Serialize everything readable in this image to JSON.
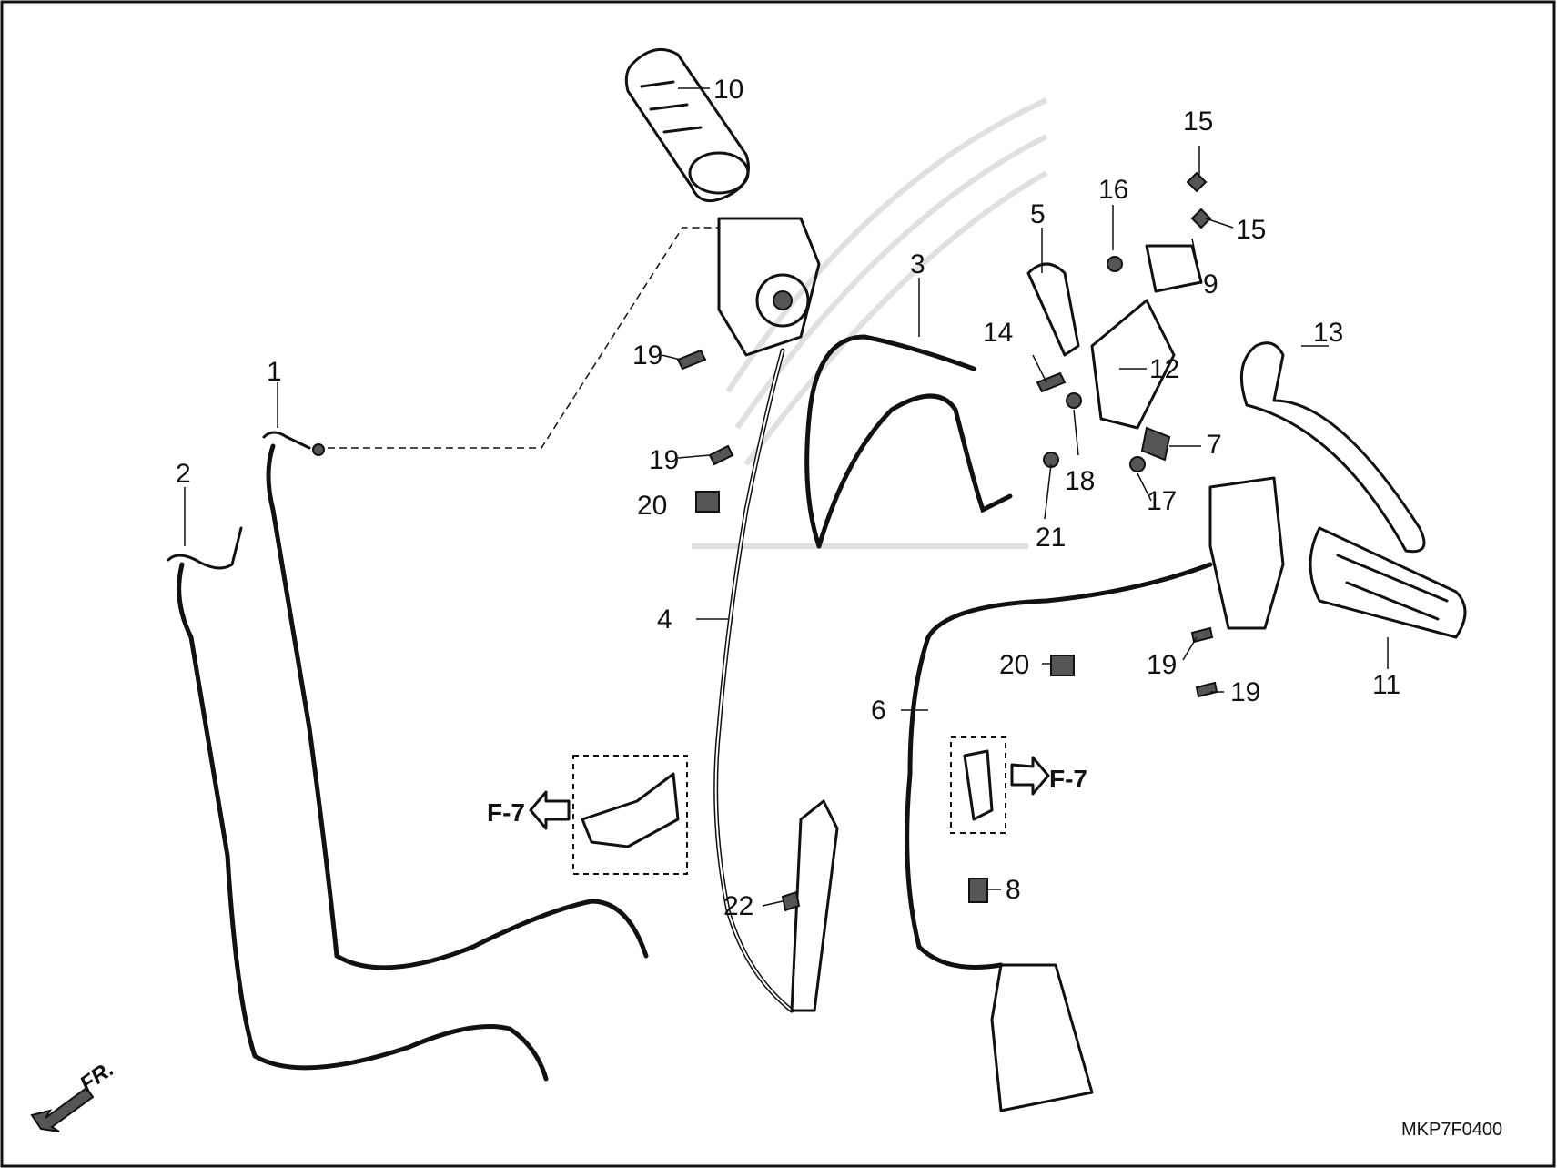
{
  "diagram": {
    "callouts": [
      "1",
      "2",
      "3",
      "4",
      "5",
      "6",
      "7",
      "8",
      "9",
      "10",
      "11",
      "12",
      "13",
      "14",
      "15",
      "15",
      "16",
      "17",
      "18",
      "19",
      "19",
      "19",
      "19",
      "20",
      "20",
      "21",
      "22"
    ],
    "references": [
      "F-7",
      "F-7"
    ],
    "direction_label": "FR.",
    "drawing_code": "MKP7F0400"
  }
}
